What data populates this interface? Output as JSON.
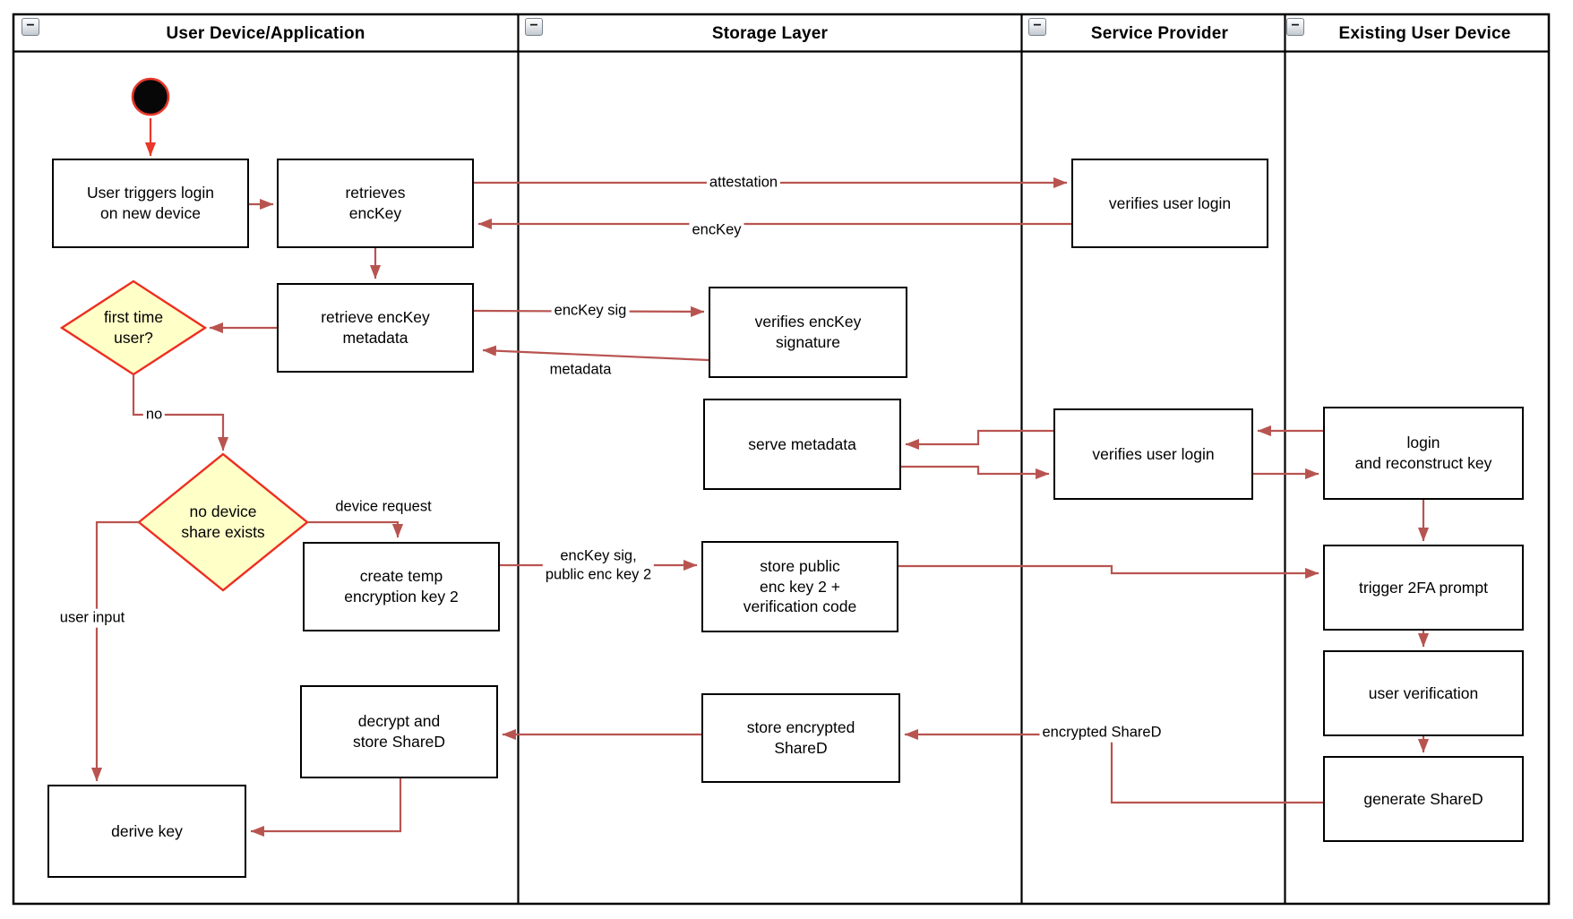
{
  "diagram": {
    "lanes": [
      {
        "title": "User Device/Application"
      },
      {
        "title": "Storage Layer"
      },
      {
        "title": "Service Provider"
      },
      {
        "title": "Existing User Device"
      }
    ],
    "icons": {
      "collapse": "−"
    },
    "nodes": {
      "user_triggers": {
        "label": "User triggers login\non new device"
      },
      "retrieves_enckey": {
        "label": "retrieves\nencKey"
      },
      "verifies_login_top": {
        "label": "verifies user login"
      },
      "retrieve_metadata": {
        "label": "retrieve encKey\nmetadata"
      },
      "first_time_user": {
        "label": "first time\nuser?"
      },
      "verifies_sig": {
        "label": "verifies encKey\nsignature"
      },
      "serve_metadata": {
        "label": "serve metadata"
      },
      "verifies_login_mid": {
        "label": "verifies user login"
      },
      "login_reconstruct": {
        "label": "login\nand reconstruct key"
      },
      "no_device_share": {
        "label": "no device\nshare exists"
      },
      "create_temp": {
        "label": "create temp\nencryption key 2"
      },
      "store_public": {
        "label": "store public\nenc key 2 +\nverification code"
      },
      "trigger_2fa": {
        "label": "trigger 2FA prompt"
      },
      "user_verification": {
        "label": "user verification"
      },
      "decrypt_store": {
        "label": "decrypt and\nstore ShareD"
      },
      "store_encrypted": {
        "label": "store encrypted\nShareD"
      },
      "generate_shared": {
        "label": "generate ShareD"
      },
      "derive_key": {
        "label": "derive key"
      }
    },
    "edge_labels": {
      "attestation": "attestation",
      "enckey": "encKey",
      "enckey_sig": "encKey sig",
      "metadata": "metadata",
      "no": "no",
      "device_request": "device request",
      "enckey_sig_public": "encKey sig,\npublic enc key 2",
      "user_input": "user input",
      "encrypted_shared": "encrypted ShareD"
    },
    "colors": {
      "edge": "#b85450",
      "start": "#e8382b",
      "decision_border": "#ee2e20",
      "decision_fill": "#ffffc8"
    }
  }
}
